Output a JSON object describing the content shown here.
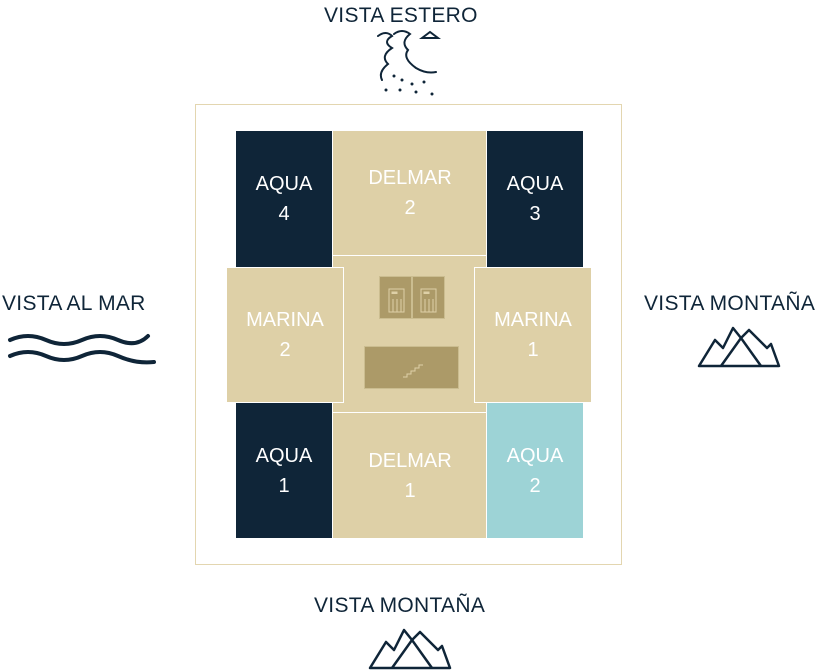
{
  "views": {
    "top": "VISTA ESTERO",
    "left": "VISTA AL MAR",
    "right": "VISTA MONTAÑA",
    "bottom": "VISTA MONTAÑA"
  },
  "units": [
    {
      "name": "AQUA",
      "number": "4"
    },
    {
      "name": "DELMAR",
      "number": "2"
    },
    {
      "name": "AQUA",
      "number": "3"
    },
    {
      "name": "MARINA",
      "number": "2"
    },
    {
      "name": "MARINA",
      "number": "1"
    },
    {
      "name": "AQUA",
      "number": "1"
    },
    {
      "name": "DELMAR",
      "number": "1"
    },
    {
      "name": "AQUA",
      "number": "2"
    }
  ],
  "colors": {
    "navy": "#0f2538",
    "tan": "#ded0a7",
    "core": "#ac9a68",
    "teal": "#9dd3d6"
  }
}
